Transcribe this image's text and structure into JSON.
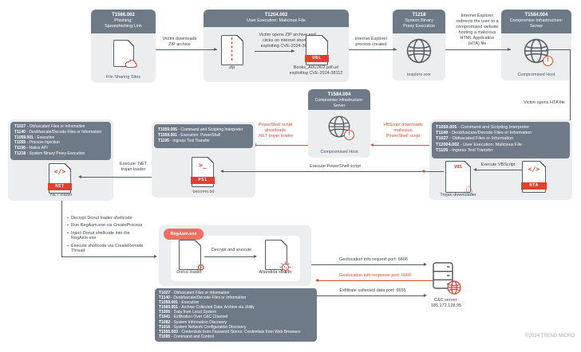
{
  "watermark": "©2024 TREND MICRO",
  "colors": {
    "accent_red": "#e24b33",
    "slate_header": "#6f7a88",
    "panel_gray": "#ecedef",
    "badge_salmon": "#eb7261"
  },
  "nodes": {
    "phishing": {
      "id": "T1566.002",
      "title": "Phishing:\nSpearphishing Link",
      "caption": "File Sharing Sites"
    },
    "user_execution": {
      "id": "T1204.002",
      "title": "User Execution: Malicious File",
      "zip_caption": ".zip",
      "note": "Victim opens ZIP archive and\nclicks on internet shortcut\nexploiting CVE-2024-38112",
      "url_caption": "Books_A0UJKO.pdf.url\nexploiting CVE-2024-38112",
      "url_banner": "URL"
    },
    "proxy_execution": {
      "id": "T1218",
      "title": "System Binary\nProxy Execution",
      "caption": "iexplore.exe"
    },
    "compromised_server_top": {
      "id": "T1584.004",
      "title": "Compromise Infrastructure:\nServer",
      "caption": "Compromised Host"
    },
    "compromised_server_mid": {
      "id": "T1584.004",
      "title": "Compromise Infrastructure:\nServer",
      "caption": "Compromised Host"
    }
  },
  "edges": {
    "download_zip": "Victim downloads\nZIP archive",
    "ie_process": "Internet Explorer\nprocess created",
    "ie_redirect": "Internet Explorer\nredirects the user to a\ncompromised website\nhosting a malicious\nHTML Application\n(HTA) file",
    "victim_opens_hta": "Victim opens HTA file",
    "execute_vbscript": "Execute VBScript",
    "vbscript_downloads": "VBScript downloads\nmalicious\nPowerShell script",
    "execute_powershell": "Execute PowerShell script",
    "powershell_downloads": "PowerShell script\ndownloads\n.NET trojan loader",
    "execute_net": "Execute .NET\ntrojan loader",
    "decrypt_execute": "Decrypt and execute",
    "geo_request": "Geolocation info request port: 6666",
    "geo_response": "Geolocation info response port: 6666",
    "exfiltrate": "Exfiltrate collected data port: 6655"
  },
  "technique_boxes": {
    "hta_vbs": [
      {
        "id": "T1059.005",
        "desc": "Command and Scripting Interpreter"
      },
      {
        "id": "T1140",
        "desc": "Deobfuscate/Decode Files or Information"
      },
      {
        "id": "T1027",
        "desc": "Obfuscated Files or Information"
      },
      {
        "id": "T12004.002",
        "desc": "User Execution: Malicious File"
      },
      {
        "id": "T1105",
        "desc": "Ingress Tool Transfer"
      }
    ],
    "powershell": [
      {
        "id": "T1059.005",
        "desc": "Command and Scripting Interpreter"
      },
      {
        "id": "T1059.001",
        "desc": "Execution: PowerShell"
      },
      {
        "id": "T1105",
        "desc": "Ingress Tool Transfer"
      }
    ],
    "net_loader": [
      {
        "id": "T1027",
        "desc": "Obfuscated Files or Information"
      },
      {
        "id": "T1140",
        "desc": "Deobfuscate/Decode Files or Information"
      },
      {
        "id": "T1059.001",
        "desc": "Execution"
      },
      {
        "id": "T1055",
        "desc": "Process Injection"
      },
      {
        "id": "T1106",
        "desc": "Native API"
      },
      {
        "id": "T1218",
        "desc": "System Binary Proxy Execution"
      }
    ],
    "stealer": [
      {
        "id": "T1027",
        "desc": "Obfuscated Files or Information"
      },
      {
        "id": "T1140",
        "desc": "Deobfuscate/Decode Files or Information"
      },
      {
        "id": "T1059.001",
        "desc": "Execution"
      },
      {
        "id": "T1560.001",
        "desc": "Archive Collected Data: Archive via Utility"
      },
      {
        "id": "T1005",
        "desc": "Data from Local System"
      },
      {
        "id": "T1041",
        "desc": "Exfiltration Over C&C Channel"
      },
      {
        "id": "T1082",
        "desc": "System Information Discovery"
      },
      {
        "id": "T1016",
        "desc": "System Network Configuration Discovery"
      },
      {
        "id": "T1555.003",
        "desc": "Credentials from Password Stores: Credentials from Web Browsers"
      },
      {
        "id": "T1095",
        "desc": "Command and Control"
      }
    ]
  },
  "files": {
    "vbs": {
      "label": "VBS",
      "glyph": "♘",
      "caption": "Trojan downloader"
    },
    "hta": {
      "label": "HTA",
      "glyph": "</>"
    },
    "ps1": {
      "label": "PS1",
      "glyph": ">_",
      "caption": "becomo.txt"
    },
    "net": {
      "label": "NET",
      "glyph": "</>",
      "caption": ".NET loader"
    },
    "donut": {
      "glyph": "⚙",
      "caption": "Donut loader"
    },
    "stealer": {
      "caption": "Atlandida stealer"
    }
  },
  "regasm": {
    "badge": "RegAsm.exe"
  },
  "injection_steps": [
    {
      "text": "Decrypt Donut loader shellcode"
    },
    {
      "text": "Run RegAsm.exe via CreateProcess"
    },
    {
      "text": "Inject Donut shellcode into the RegAsm.exe"
    },
    {
      "text": "Execute shellcode via CreateRemote Thread"
    }
  ],
  "cnc": {
    "caption": "C&C server:",
    "ip": "185.172.128.95"
  }
}
